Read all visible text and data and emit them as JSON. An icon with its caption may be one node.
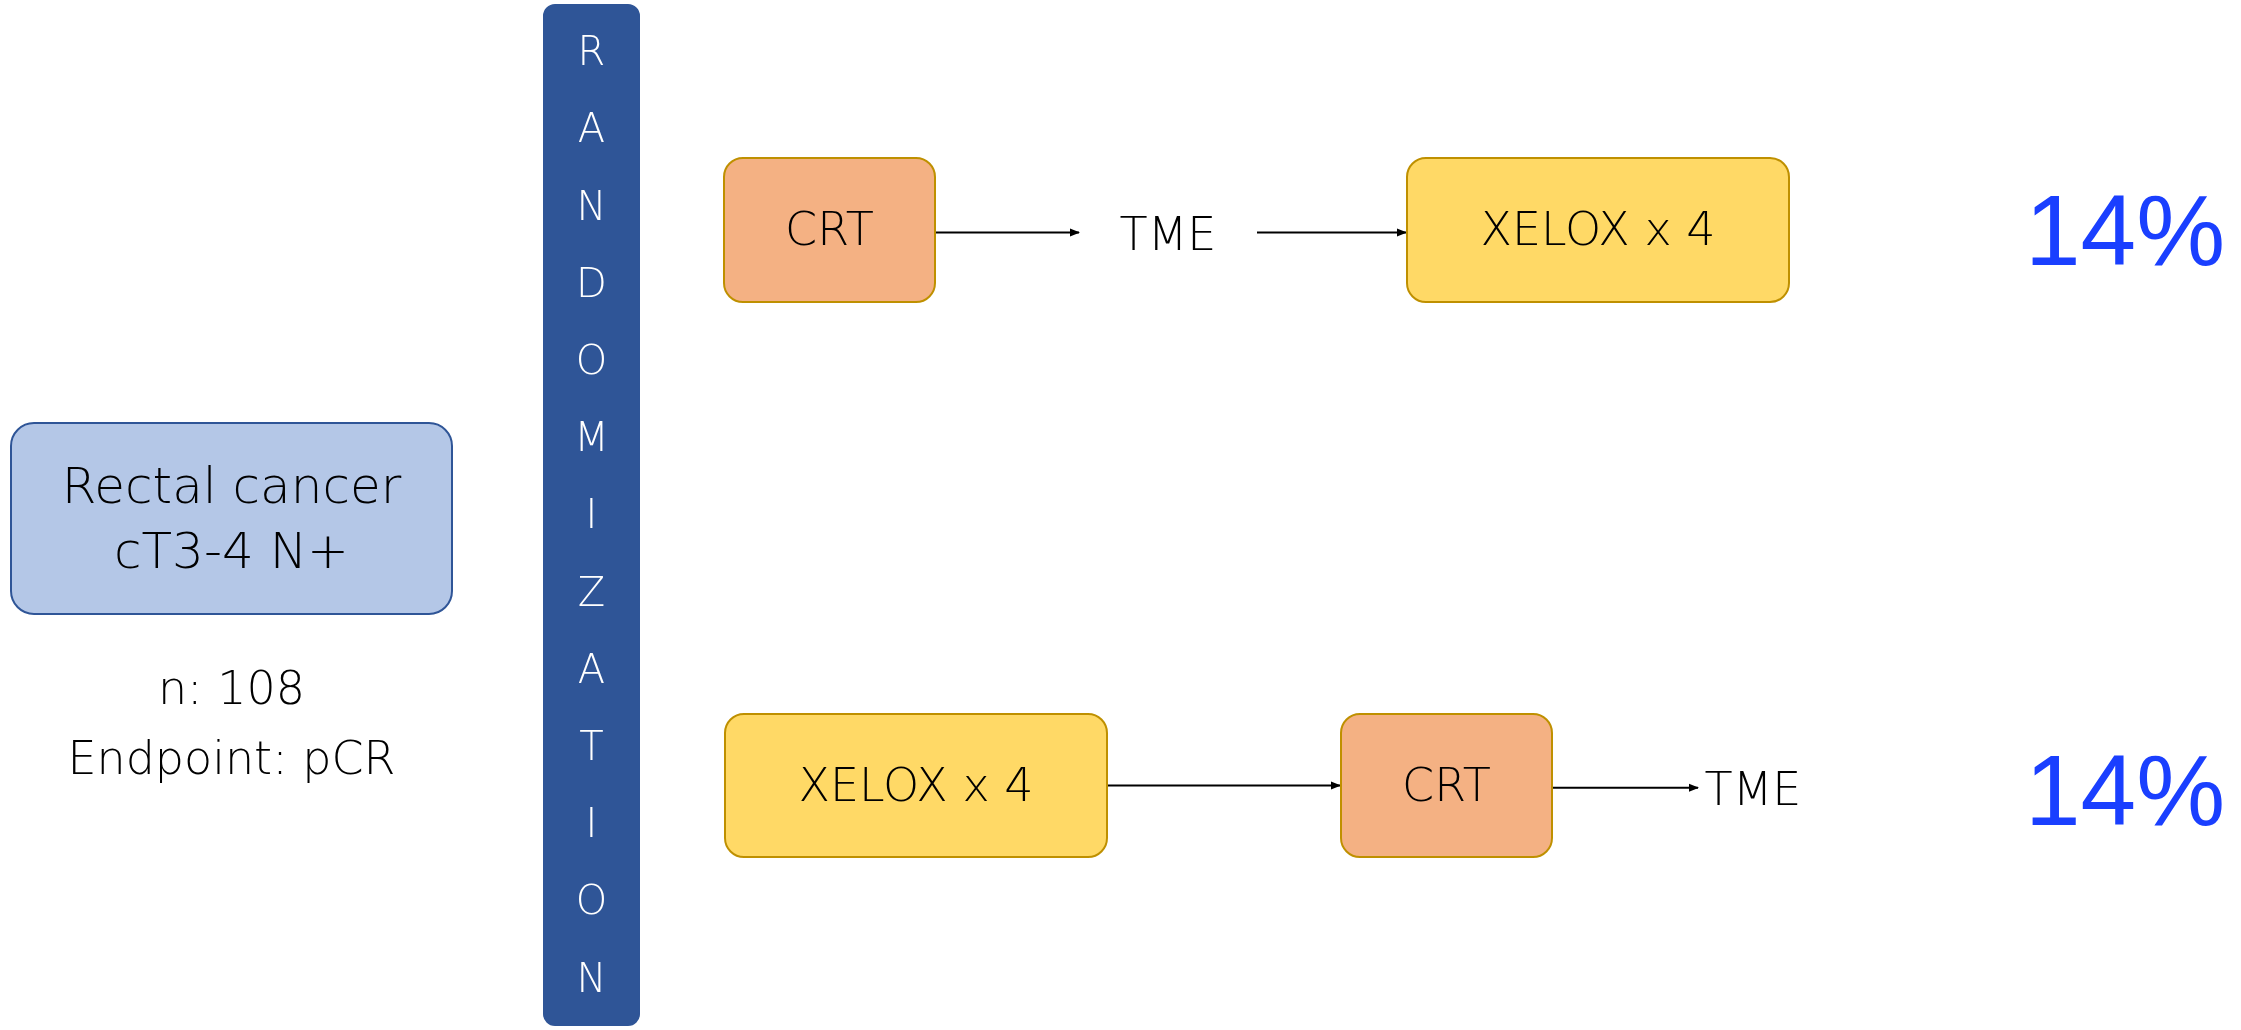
{
  "diagram": {
    "nodes": [
      {
        "text": [
          "Rectal cancer cT3-4 N+"
        ],
        "beside": [
          "n: 108",
          "Endpoint: pCR"
        ]
      },
      {
        "text": [
          "RANDOMIZATION"
        ]
      },
      {
        "text": [
          "CRT"
        ]
      },
      {
        "text": [
          "TME"
        ]
      },
      {
        "text": [
          "XELOX x 4"
        ]
      },
      {
        "text": [
          "XELOX x 4"
        ]
      },
      {
        "text": [
          "CRT"
        ]
      },
      {
        "text": [
          "TME"
        ]
      }
    ],
    "edges": [
      {
        "from": 2,
        "to": 3,
        "arrow": "to"
      },
      {
        "from": 3,
        "to": 4,
        "arrow": "to"
      },
      {
        "from": 5,
        "to": 6,
        "arrow": "to"
      },
      {
        "from": 6,
        "to": 7,
        "arrow": "to"
      }
    ],
    "labels": [
      "14%",
      "14%"
    ]
  }
}
